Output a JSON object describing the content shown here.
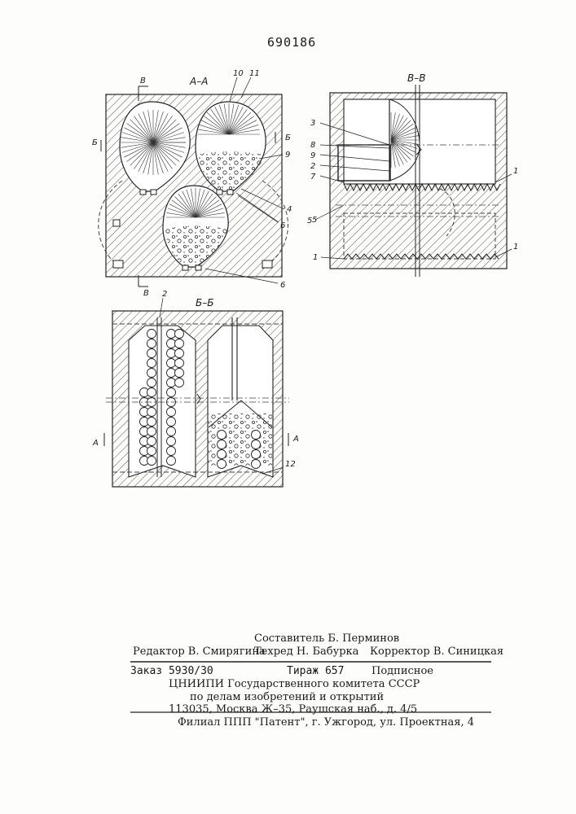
{
  "patent_number": "690186",
  "figures": {
    "fig_aa": {
      "title": "А–А",
      "cut_top": "В",
      "cut_bottom": "В",
      "cut_left": "Б",
      "cut_right": "Б",
      "labels": [
        "10",
        "11",
        "9",
        "4",
        "5",
        "6",
        "6"
      ]
    },
    "fig_vv": {
      "title": "В–В",
      "labels": [
        "3",
        "8",
        "9",
        "2",
        "7",
        "5",
        "1",
        "1",
        "1"
      ]
    },
    "fig_bb": {
      "title": "Б–Б",
      "cut_left": "А",
      "cut_right": "А",
      "labels": [
        "2",
        "12"
      ]
    }
  },
  "colophon": {
    "compiler": "Составитель  Б. Перминов",
    "editor": "Редактор  В. Смирягина",
    "techred": "Техред Н. Бабурка",
    "corrector": "Корректор  В. Синицкая",
    "order": "Заказ 5930/30",
    "print_run": "Тираж 657",
    "subscription": "Подписное",
    "institute": "ЦНИИПИ Государственного комитета  СССР",
    "affairs": "по делам изобретений и открытий",
    "address": "113035, Москва Ж–35, Раушская наб., д. 4/5",
    "branch": "Филиал ППП \"Патент\", г. Ужгород, ул. Проектная, 4"
  }
}
